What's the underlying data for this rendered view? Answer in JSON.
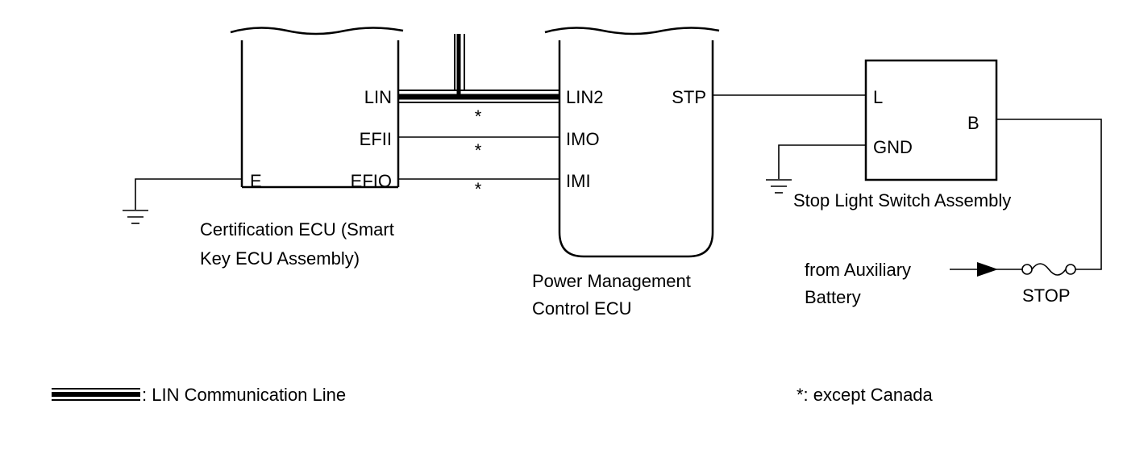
{
  "cert_ecu": {
    "name_line1": "Certification ECU (Smart",
    "name_line2": "Key ECU Assembly)",
    "pins": {
      "lin": "LIN",
      "efii": "EFII",
      "efio": "EFIO",
      "e": "E"
    }
  },
  "pm_ecu": {
    "name_line1": "Power Management",
    "name_line2": "Control ECU",
    "pins": {
      "lin2": "LIN2",
      "imo": "IMO",
      "imi": "IMI",
      "stp": "STP"
    }
  },
  "stop_switch": {
    "name": "Stop Light Switch Assembly",
    "pins": {
      "l": "L",
      "gnd": "GND",
      "b": "B"
    }
  },
  "asterisk": "*",
  "source": {
    "line1": "from Auxiliary",
    "line2": "Battery"
  },
  "fuse": "STOP",
  "legend": {
    "lin_line": ": LIN Communication Line",
    "except_canada": "*: except Canada"
  }
}
